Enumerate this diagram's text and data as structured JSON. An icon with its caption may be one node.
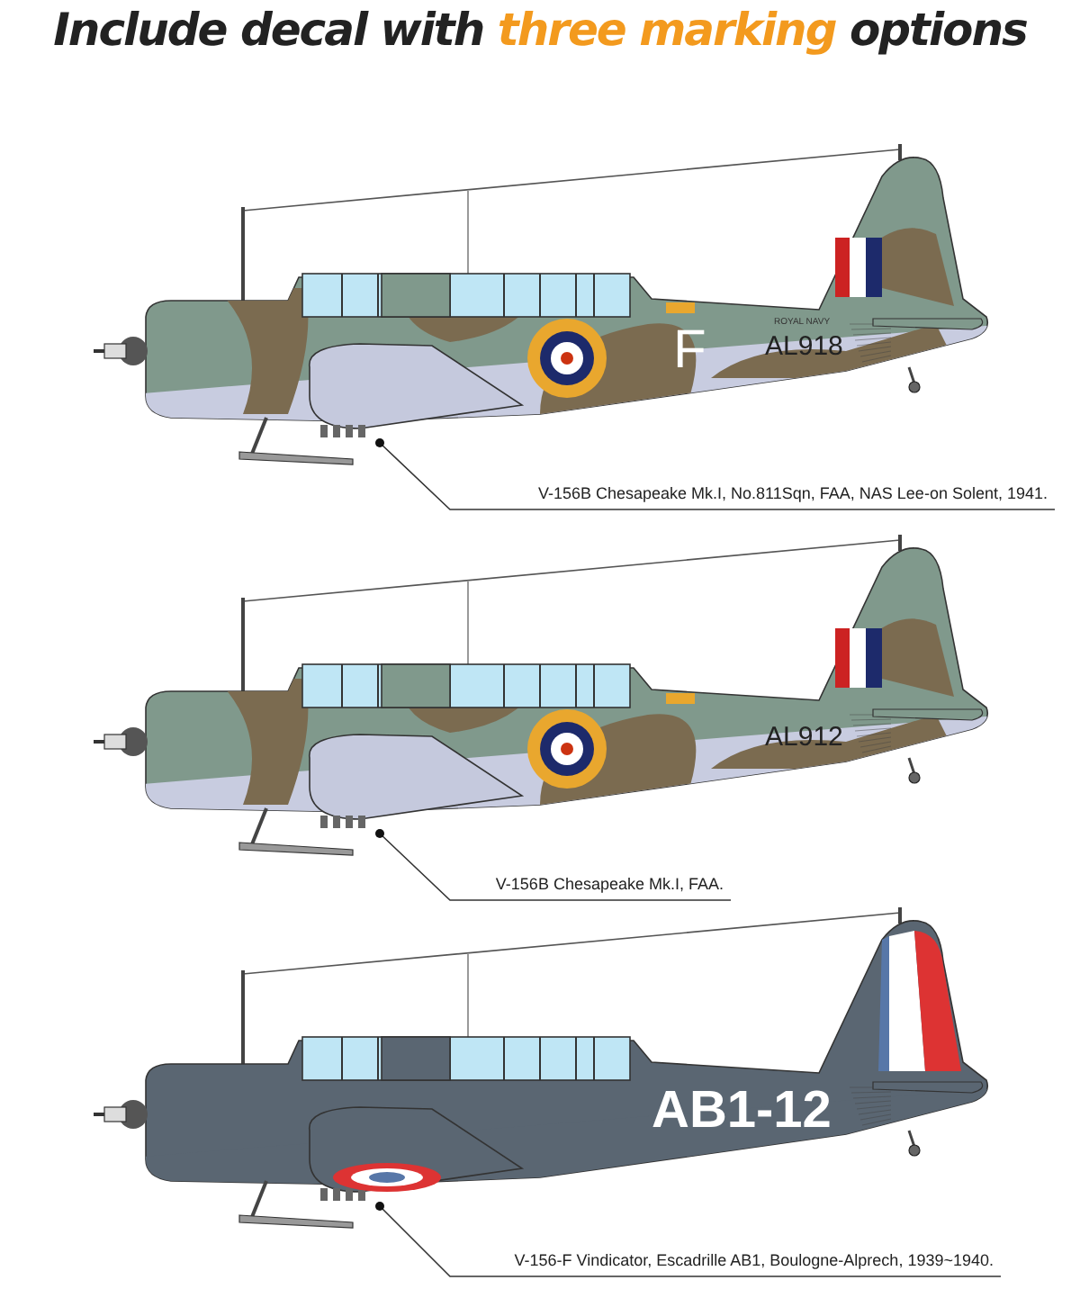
{
  "diagram": {
    "title": "Include decal with **three marking** options",
    "nodes": [
      {
        "text": [],
        "shape": "picture"
      },
      {
        "text": [
          "V-156B Chesapeake Mk.I, No.811Sqn, FAA, NAS Lee-on Solent, 1941."
        ]
      },
      {
        "text": [],
        "shape": "picture"
      },
      {
        "text": [
          "V-156B Chesapeake Mk.I, FAA."
        ]
      },
      {
        "text": [],
        "shape": "picture"
      },
      {
        "text": [
          "V-156-F Vindicator, Escadrille AB1, Boulogne-Alprech, 1939~1940."
        ]
      }
    ],
    "edges": [
      {
        "from": 1,
        "to": 0,
        "arrow": "other"
      },
      {
        "from": 3,
        "to": 2,
        "arrow": "other"
      },
      {
        "from": 5,
        "to": 4,
        "arrow": "other"
      }
    ],
    "labels": [
      "ROYAL NAVY",
      "AL918",
      "F",
      "AL912",
      "AB1-12"
    ]
  }
}
